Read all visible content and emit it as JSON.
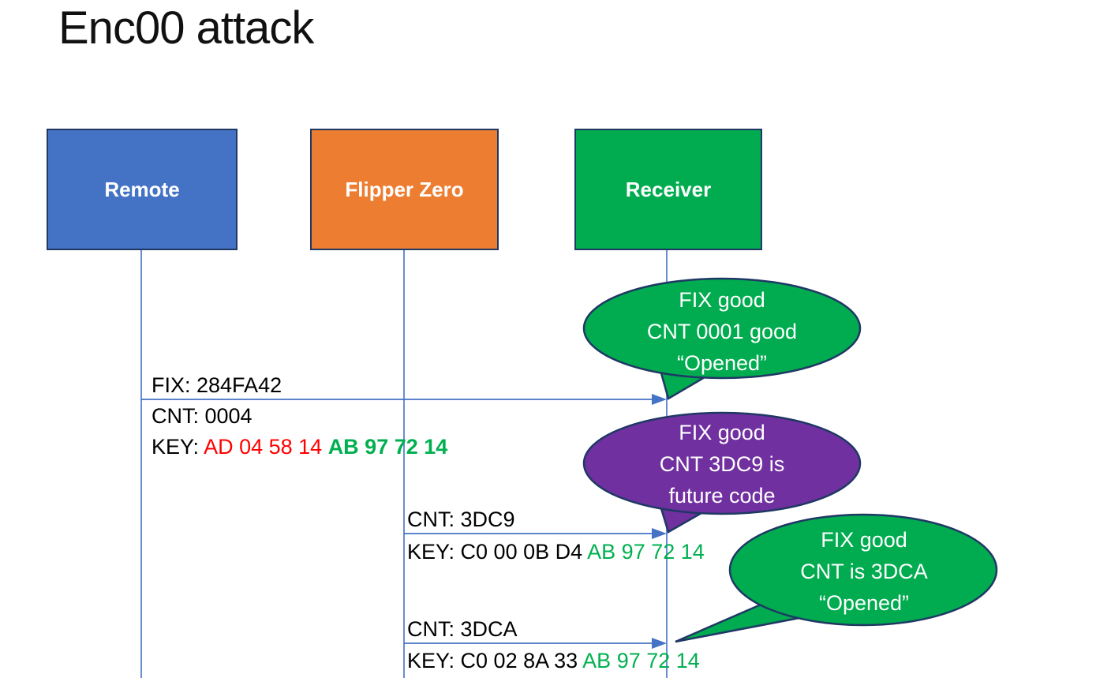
{
  "title": "Enc00 attack",
  "colors": {
    "actor_remote": "#4472C4",
    "actor_flipper": "#ED7D31",
    "actor_receiver": "#00AC4F",
    "bubble_green": "#00AC4F",
    "bubble_purple": "#7030A0",
    "border_navy": "#1F3864",
    "line_blue": "#4472C4",
    "key_red": "#FF0000",
    "key_green": "#00B050",
    "text_black": "#000000",
    "text_white": "#FFFFFF"
  },
  "actors": [
    {
      "label": "Remote"
    },
    {
      "label": "Flipper Zero"
    },
    {
      "label": "Receiver"
    }
  ],
  "messages": [
    {
      "from": "Remote",
      "to": "Receiver",
      "above": "FIX: 284FA42",
      "line2": "CNT: 0004",
      "key_prefix": "KEY: ",
      "key_red": "AD 04 58 14 ",
      "key_green": "AB 97 72 14"
    },
    {
      "from": "Flipper Zero",
      "to": "Receiver",
      "above": "CNT: 3DC9",
      "key_prefix": "KEY: C0 00 0B D4 ",
      "key_green": "AB 97 72 14"
    },
    {
      "from": "Flipper Zero",
      "to": "Receiver",
      "above": "CNT: 3DCA",
      "key_prefix": "KEY: C0 02 8A 33 ",
      "key_green": "AB 97 72 14"
    }
  ],
  "bubbles": [
    {
      "color": "green",
      "lines": [
        "FIX good",
        "CNT 0001 good",
        "“Opened”"
      ]
    },
    {
      "color": "purple",
      "lines": [
        "FIX good",
        "CNT 3DC9 is",
        "future code"
      ]
    },
    {
      "color": "green",
      "lines": [
        "FIX good",
        "CNT is 3DCA",
        "“Opened”"
      ]
    }
  ]
}
